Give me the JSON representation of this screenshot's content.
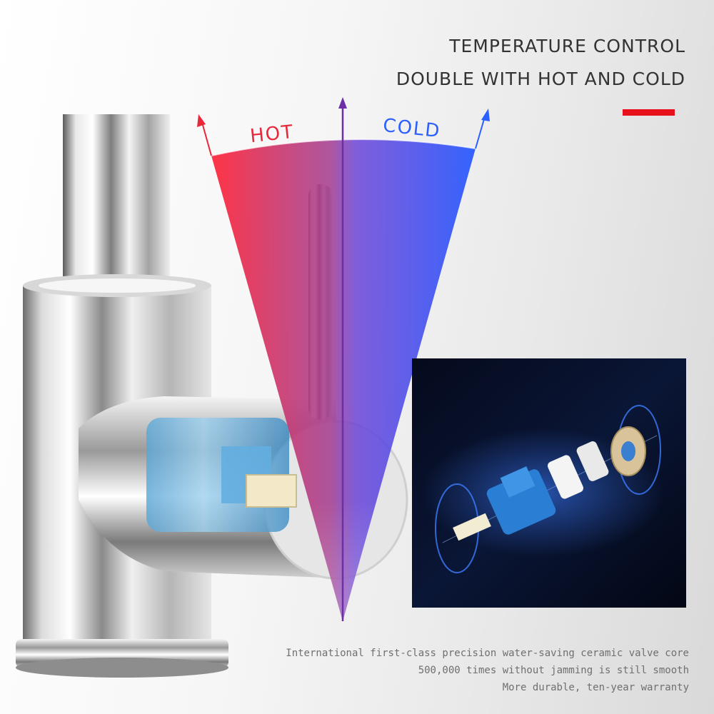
{
  "headline": {
    "line1": "TEMPERATURE CONTROL",
    "line2": "DOUBLE WITH HOT AND COLD"
  },
  "dial": {
    "hot_label": "HOT",
    "cold_label": "COLD"
  },
  "features": [
    "International first-class precision water-saving ceramic valve core",
    "500,000 times without jamming is still smooth",
    "More durable, ten-year warranty"
  ],
  "colors": {
    "hot": "#e8283a",
    "cold": "#2b5fff",
    "center_arrow": "#6b2fa8",
    "accent": "#e8101a",
    "text": "#333333",
    "caption": "#6f6f6f"
  },
  "icons": {
    "hot_arrow": "arrow-up-icon",
    "cold_arrow": "arrow-up-icon",
    "center_arrow": "arrow-up-icon"
  }
}
